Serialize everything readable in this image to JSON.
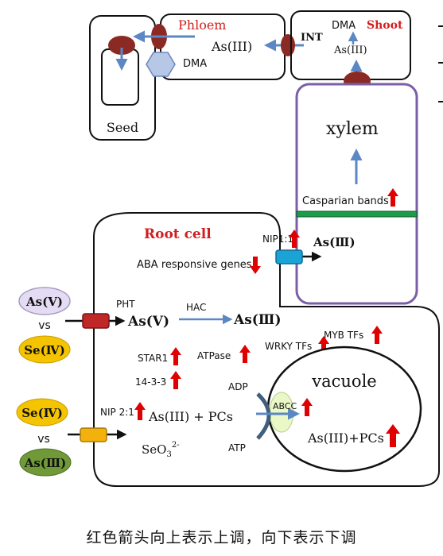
{
  "colors": {
    "blue_arrow": "#5b87c5",
    "red_up": "#e00000",
    "transporter_red": "#8b2a24",
    "pht_red": "#c02828",
    "nip1_blue": "#1ba3d6",
    "nip2_orange": "#f2b10c",
    "dma_hex": "#b7c7e6",
    "xylem_border": "#7a5fa6",
    "casparian_green": "#1f9b4c",
    "asv_ellipse": "#e4dcf2",
    "yellow_ellipse": "#f5c400",
    "green_ellipse": "#6f9a37",
    "abcc": "#eaf7c6"
  },
  "icons": {
    "upregulation": "red-up-arrow-icon",
    "downregulation": "red-down-arrow-icon"
  },
  "top": {
    "seed_label": "Seed",
    "phloem_label": "Phloem",
    "phloem_as": "As(III)",
    "dma_label": "DMA",
    "int_label": "INT",
    "shoot_dma": "DMA",
    "shoot_label": "Shoot",
    "shoot_as": "As(III)",
    "xylem_label": "xylem",
    "casparian_label": "Casparian bands"
  },
  "root": {
    "title": "Root cell",
    "nip1_label": "NIP1:1",
    "nip1_as": "As(Ⅲ)",
    "aba_label": "ABA responsive genes",
    "pht_label": "PHT",
    "as_v": "As(Ⅴ)",
    "hac_label": "HAC",
    "as_iii": "As(Ⅲ)",
    "myb_label": "MYB  TFs",
    "wrky_label": "WRKY  TFs",
    "star1_label": "STAR1",
    "atpase_label": "ATPase",
    "p1433_label": "14-3-3",
    "adp_label": "ADP",
    "atp_label": "ATP",
    "abcc_label": "ABCC",
    "vacuole_label": "vacuole",
    "nip2_label": "NIP 2:1",
    "as_pcs": "As(III) + PCs",
    "seo3_main": "SeO",
    "seo3_sub": "3",
    "seo3_sup": "2-",
    "vac_pcs": "As(III)+PCs"
  },
  "left": {
    "asv_oval": "As(Ⅴ)",
    "vs1": "vs",
    "se_iv_1": "Se(Ⅳ)",
    "se_iv_2": "Se(Ⅳ)",
    "vs2": "vs",
    "as_iii_oval": "As(Ⅲ)"
  },
  "caption": "红色箭头向上表示上调，向下表示下调"
}
